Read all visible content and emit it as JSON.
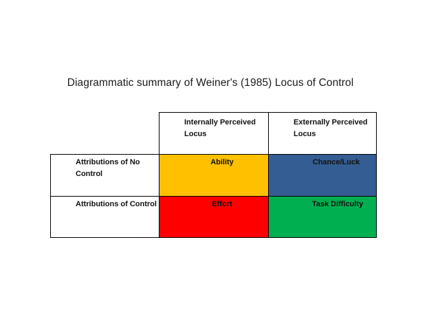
{
  "title": "Diagrammatic summary of Weiner's (1985) Locus of Control",
  "columns": [
    "Internally Perceived Locus",
    "Externally Perceived Locus"
  ],
  "rows": [
    {
      "label": "Attributions of No Control",
      "cells": [
        "Ability",
        "Chance/Luck"
      ]
    },
    {
      "label": "Attributions of Control",
      "cells": [
        "Effort",
        "Task Difficulty"
      ]
    }
  ],
  "colors": {
    "ability": "#ffc000",
    "chance_luck": "#345d93",
    "effort": "#ff0000",
    "task_difficulty": "#00b050"
  }
}
